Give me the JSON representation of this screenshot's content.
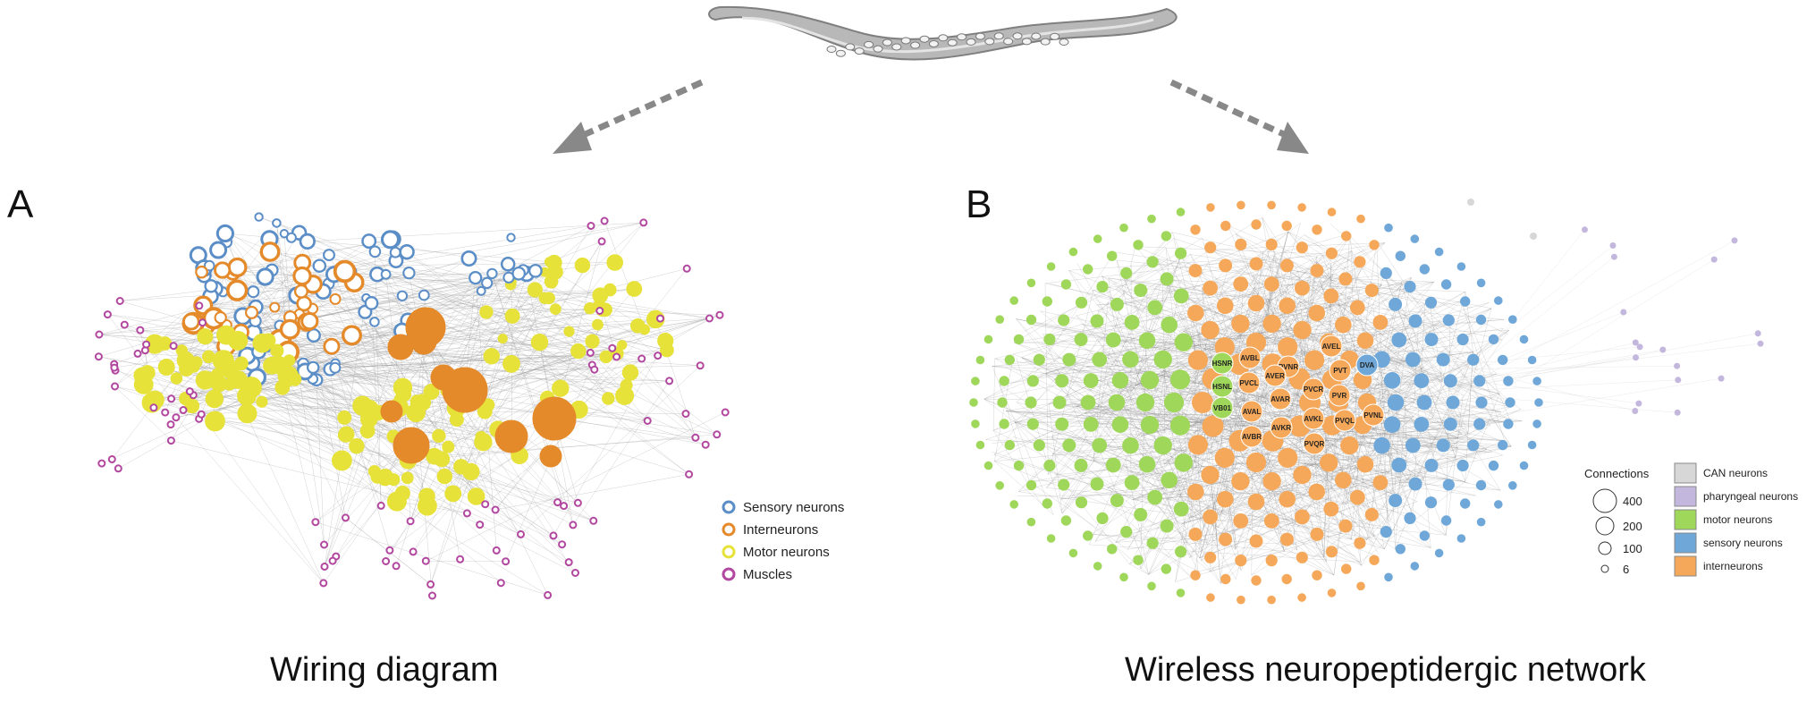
{
  "panel_a": {
    "label": "A",
    "caption": "Wiring diagram",
    "legend": [
      {
        "label": "Sensory neurons",
        "color": "#5b8ec7"
      },
      {
        "label": "Interneurons",
        "color": "#e58a2a"
      },
      {
        "label": "Motor neurons",
        "color": "#e6e23a"
      },
      {
        "label": "Muscles",
        "color": "#b2479f"
      }
    ]
  },
  "panel_b": {
    "label": "B",
    "caption": "Wireless neuropeptidergic network",
    "size_legend": {
      "title": "Connections",
      "entries": [
        "400",
        "200",
        "100",
        "6"
      ]
    },
    "color_legend": [
      {
        "label": "CAN neurons",
        "color": "#d7d7d7"
      },
      {
        "label": "pharyngeal neurons",
        "color": "#c4b7dd"
      },
      {
        "label": "motor neurons",
        "color": "#9fd75a"
      },
      {
        "label": "sensory neurons",
        "color": "#6fa8d8"
      },
      {
        "label": "interneurons",
        "color": "#f6a85a"
      }
    ],
    "labeled_nodes": [
      "HSNR",
      "AVBL",
      "PVNR",
      "AVEL",
      "HSNL",
      "PVCL",
      "AVER",
      "PVCR",
      "PVT",
      "DVA",
      "VB01",
      "AVAL",
      "AVAR",
      "PVR",
      "AVBR",
      "AVKR",
      "AVKL",
      "PVQL",
      "PVNL",
      "PVQR"
    ]
  },
  "colors": {
    "arrow": "#888888",
    "edge": "#9a9a9a",
    "worm_body": "#b5b5b5",
    "worm_outline": "#8a8a8a"
  },
  "icons": {
    "worm": "c-elegans-worm-icon"
  }
}
